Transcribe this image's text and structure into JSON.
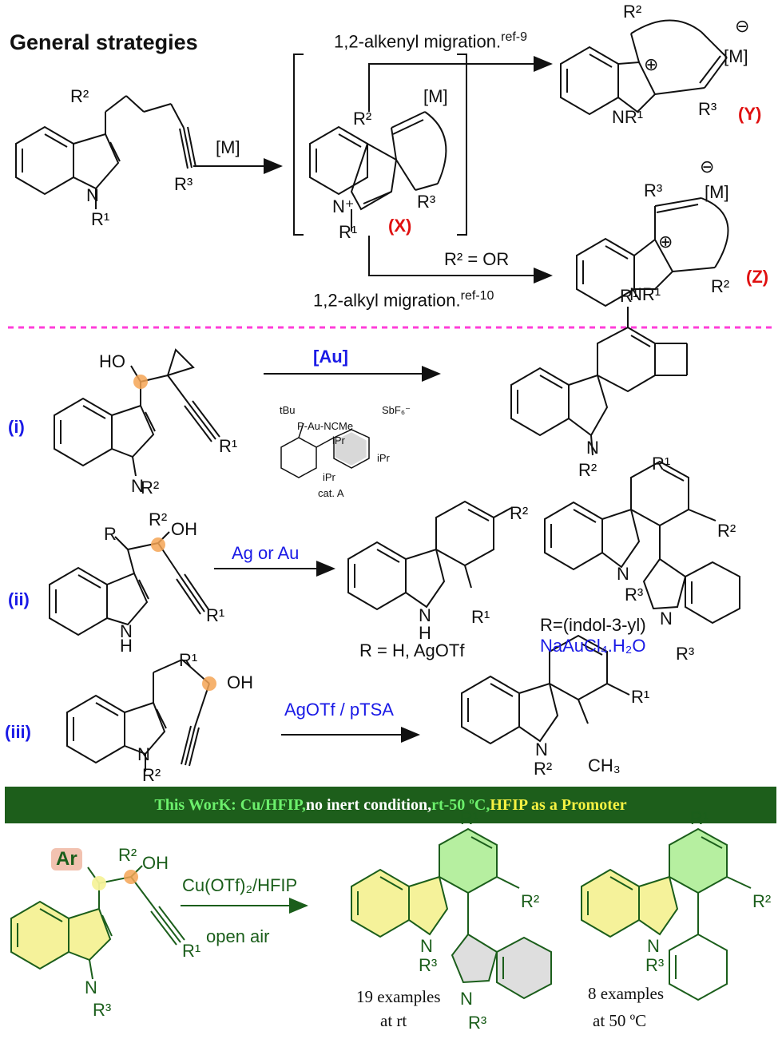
{
  "general": {
    "title": "General strategies",
    "reagent_M": "[M]",
    "alkenyl_label": "1,2-alkenyl migration.",
    "alkenyl_ref": "ref-9",
    "alkyl_label": "1,2-alkyl migration.",
    "alkyl_ref": "ref-10",
    "r2_eq": "R² = OR",
    "int_X": "(X)",
    "prod_Y": "(Y)",
    "prod_Z": "(Z)"
  },
  "labels": {
    "r1": "R¹",
    "r2": "R²",
    "r3": "R³",
    "nr1": "NR¹",
    "m": "[M]",
    "minus": "⊖",
    "plus": "⊕",
    "ho": "HO",
    "oh": "OH",
    "n": "N",
    "h": "H",
    "nplus": "N⁺",
    "r": "R",
    "ch3": "CH₃"
  },
  "rxn_i": {
    "tag": "(i)",
    "catalyst": "[Au]",
    "cat_line1": "tBu",
    "cat_line2": "P-Au-NCMe",
    "counter_ion": "SbF₆⁻",
    "ipr": "iPr",
    "cat_name": "cat. A"
  },
  "rxn_ii": {
    "tag": "(ii)",
    "catalyst": "Ag or Au",
    "cond_left": "R = H, AgOTf",
    "cond_right_1": "R=(indol-3-yl)",
    "cond_right_2": "NaAuCl₄.H₂O"
  },
  "rxn_iii": {
    "tag": "(iii)",
    "catalyst": "AgOTf / pTSA"
  },
  "banner": {
    "part1": "This WorK: Cu/HFIP,",
    "part2": " no inert condition, ",
    "part3": "rt-50 ºC,",
    "part4": " HFIP as a Promoter"
  },
  "work": {
    "ar": "Ar",
    "reagent": "Cu(OTf)₂/HFIP",
    "conditions": "open air",
    "examples_1": "19 examples",
    "temp_1": "at rt",
    "examples_2": "8 examples",
    "temp_2": "at 50 ºC"
  },
  "colors": {
    "divider": "#ff3ed8",
    "banner_bg": "#1d5e1b",
    "yellow_ring": "#f5f29a",
    "green_ring": "#b6efa0",
    "grey_ring": "#dedede",
    "orange_dot": "#f5a455",
    "text_blue": "#1a1ae6",
    "text_red": "#e01010"
  }
}
